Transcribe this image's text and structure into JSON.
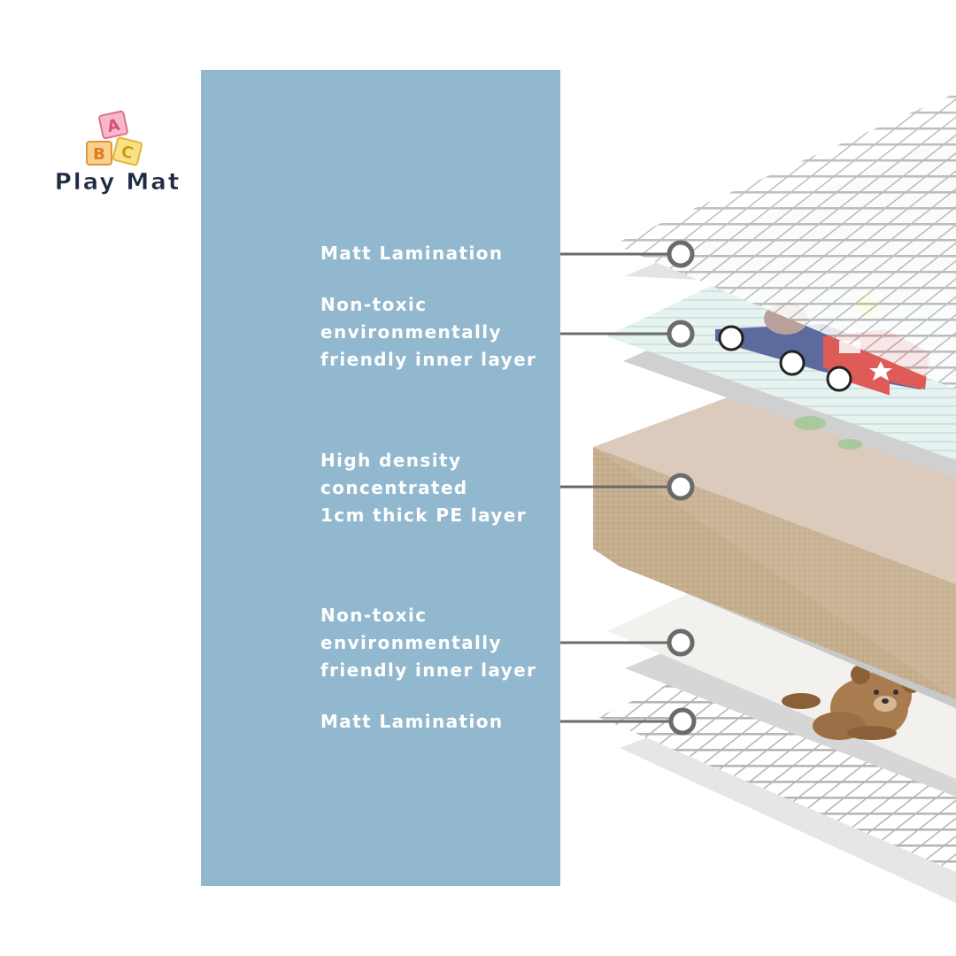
{
  "logo": {
    "blocks": [
      "A",
      "B",
      "C"
    ],
    "brand": "Play Mat"
  },
  "layers": [
    {
      "label": "Matt Lamination"
    },
    {
      "label": "Non-toxic\nenvironmentally\nfriendly inner layer"
    },
    {
      "label": "High density\nconcentrated\n1cm thick PE layer"
    },
    {
      "label": "Non-toxic\nenvironmentally\nfriendly inner layer"
    },
    {
      "label": "Matt Lamination"
    }
  ],
  "colors": {
    "panel": "#91b8ce",
    "label_text": "#ffffff",
    "connector": "#6b6b6b",
    "foam_side": "#c9b394",
    "foam_top": "#dccbbd",
    "grid": "#b5b5b5"
  }
}
